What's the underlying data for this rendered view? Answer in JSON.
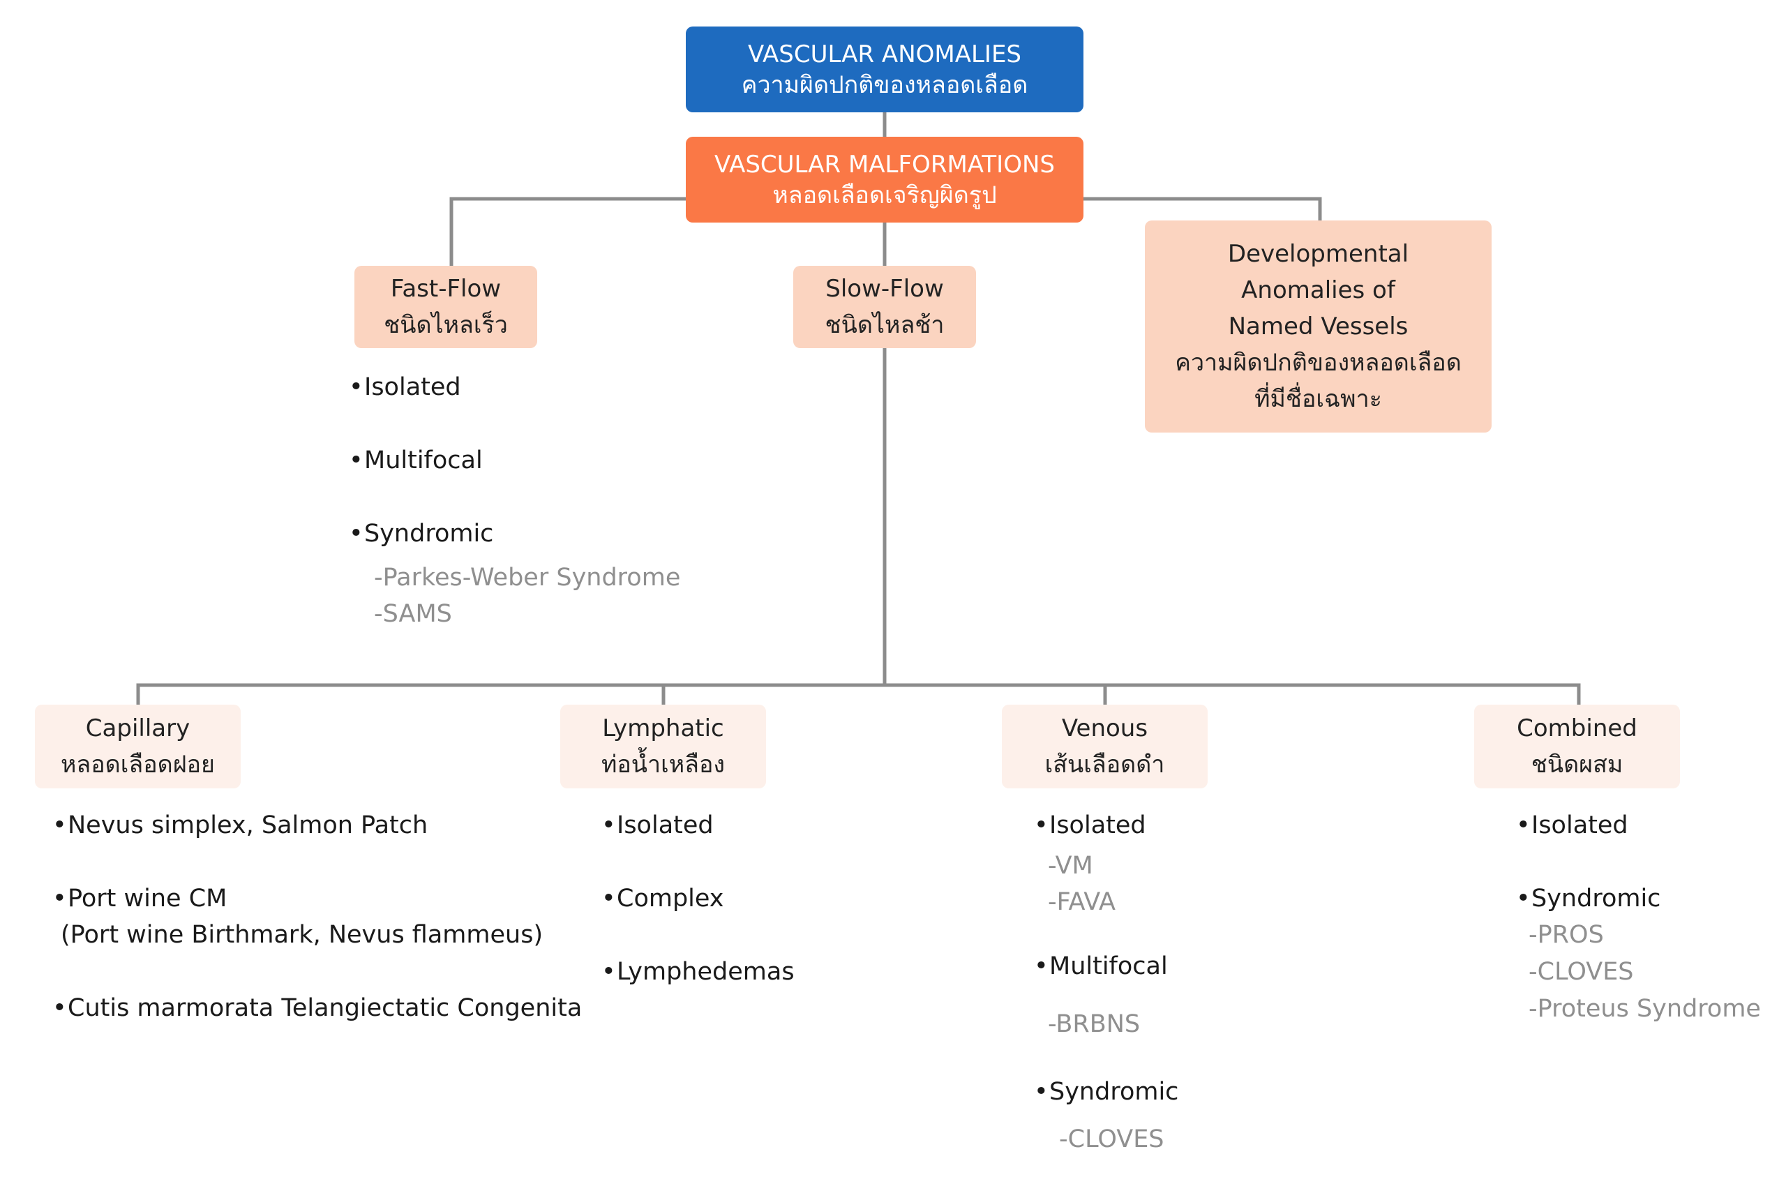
{
  "diagram": {
    "root": {
      "title_en": "VASCULAR ANOMALIES",
      "title_th": "ความผิดปกติของหลอดเลือด"
    },
    "malformations": {
      "title_en": "VASCULAR MALFORMATIONS",
      "title_th": "หลอดเลือดเจริญผิดรูป"
    },
    "fast_flow": {
      "title_en": "Fast-Flow",
      "title_th": "ชนิดไหลเร็ว",
      "items": [
        {
          "label": "Isolated"
        },
        {
          "label": "Multifocal"
        },
        {
          "label": "Syndromic",
          "subs": [
            "-Parkes-Weber Syndrome",
            "-SAMS"
          ]
        }
      ]
    },
    "slow_flow": {
      "title_en": "Slow-Flow",
      "title_th": "ชนิดไหลช้า"
    },
    "named_vessels": {
      "lines": [
        "Developmental",
        "Anomalies of",
        "Named Vessels",
        "ความผิดปกติของหลอดเลือด",
        "ที่มีชื่อเฉพาะ"
      ]
    },
    "capillary": {
      "title_en": "Capillary",
      "title_th": "หลอดเลือดฝอย",
      "items": [
        {
          "label": "Nevus simplex, Salmon Patch"
        },
        {
          "label": "Port wine CM",
          "note": "(Port wine Birthmark, Nevus flammeus)"
        },
        {
          "label": "Cutis marmorata Telangiectatic Congenita"
        }
      ]
    },
    "lymphatic": {
      "title_en": "Lymphatic",
      "title_th": "ท่อน้ำเหลือง",
      "items": [
        {
          "label": "Isolated"
        },
        {
          "label": "Complex"
        },
        {
          "label": "Lymphedemas"
        }
      ]
    },
    "venous": {
      "title_en": "Venous",
      "title_th": "เส้นเลือดดำ",
      "items": [
        {
          "label": "Isolated",
          "subs": [
            "-VM",
            "-FAVA"
          ]
        },
        {
          "label": "Multifocal",
          "subs": [
            "-BRBNS"
          ]
        },
        {
          "label": "Syndromic",
          "subs": [
            "-CLOVES"
          ]
        }
      ]
    },
    "combined": {
      "title_en": "Combined",
      "title_th": "ชนิดผสม",
      "items": [
        {
          "label": "Isolated"
        },
        {
          "label": "Syndromic",
          "subs": [
            "-PROS",
            "-CLOVES",
            "-Proteus Syndrome"
          ]
        }
      ]
    },
    "bullet": "•",
    "colors": {
      "root": "#1e6bbf",
      "malformations": "#fa7846",
      "category": "#fbd4c0",
      "subcategory": "#fdf0ea",
      "connector": "#8c8c8c",
      "sub_text": "#8f8f8f"
    }
  }
}
